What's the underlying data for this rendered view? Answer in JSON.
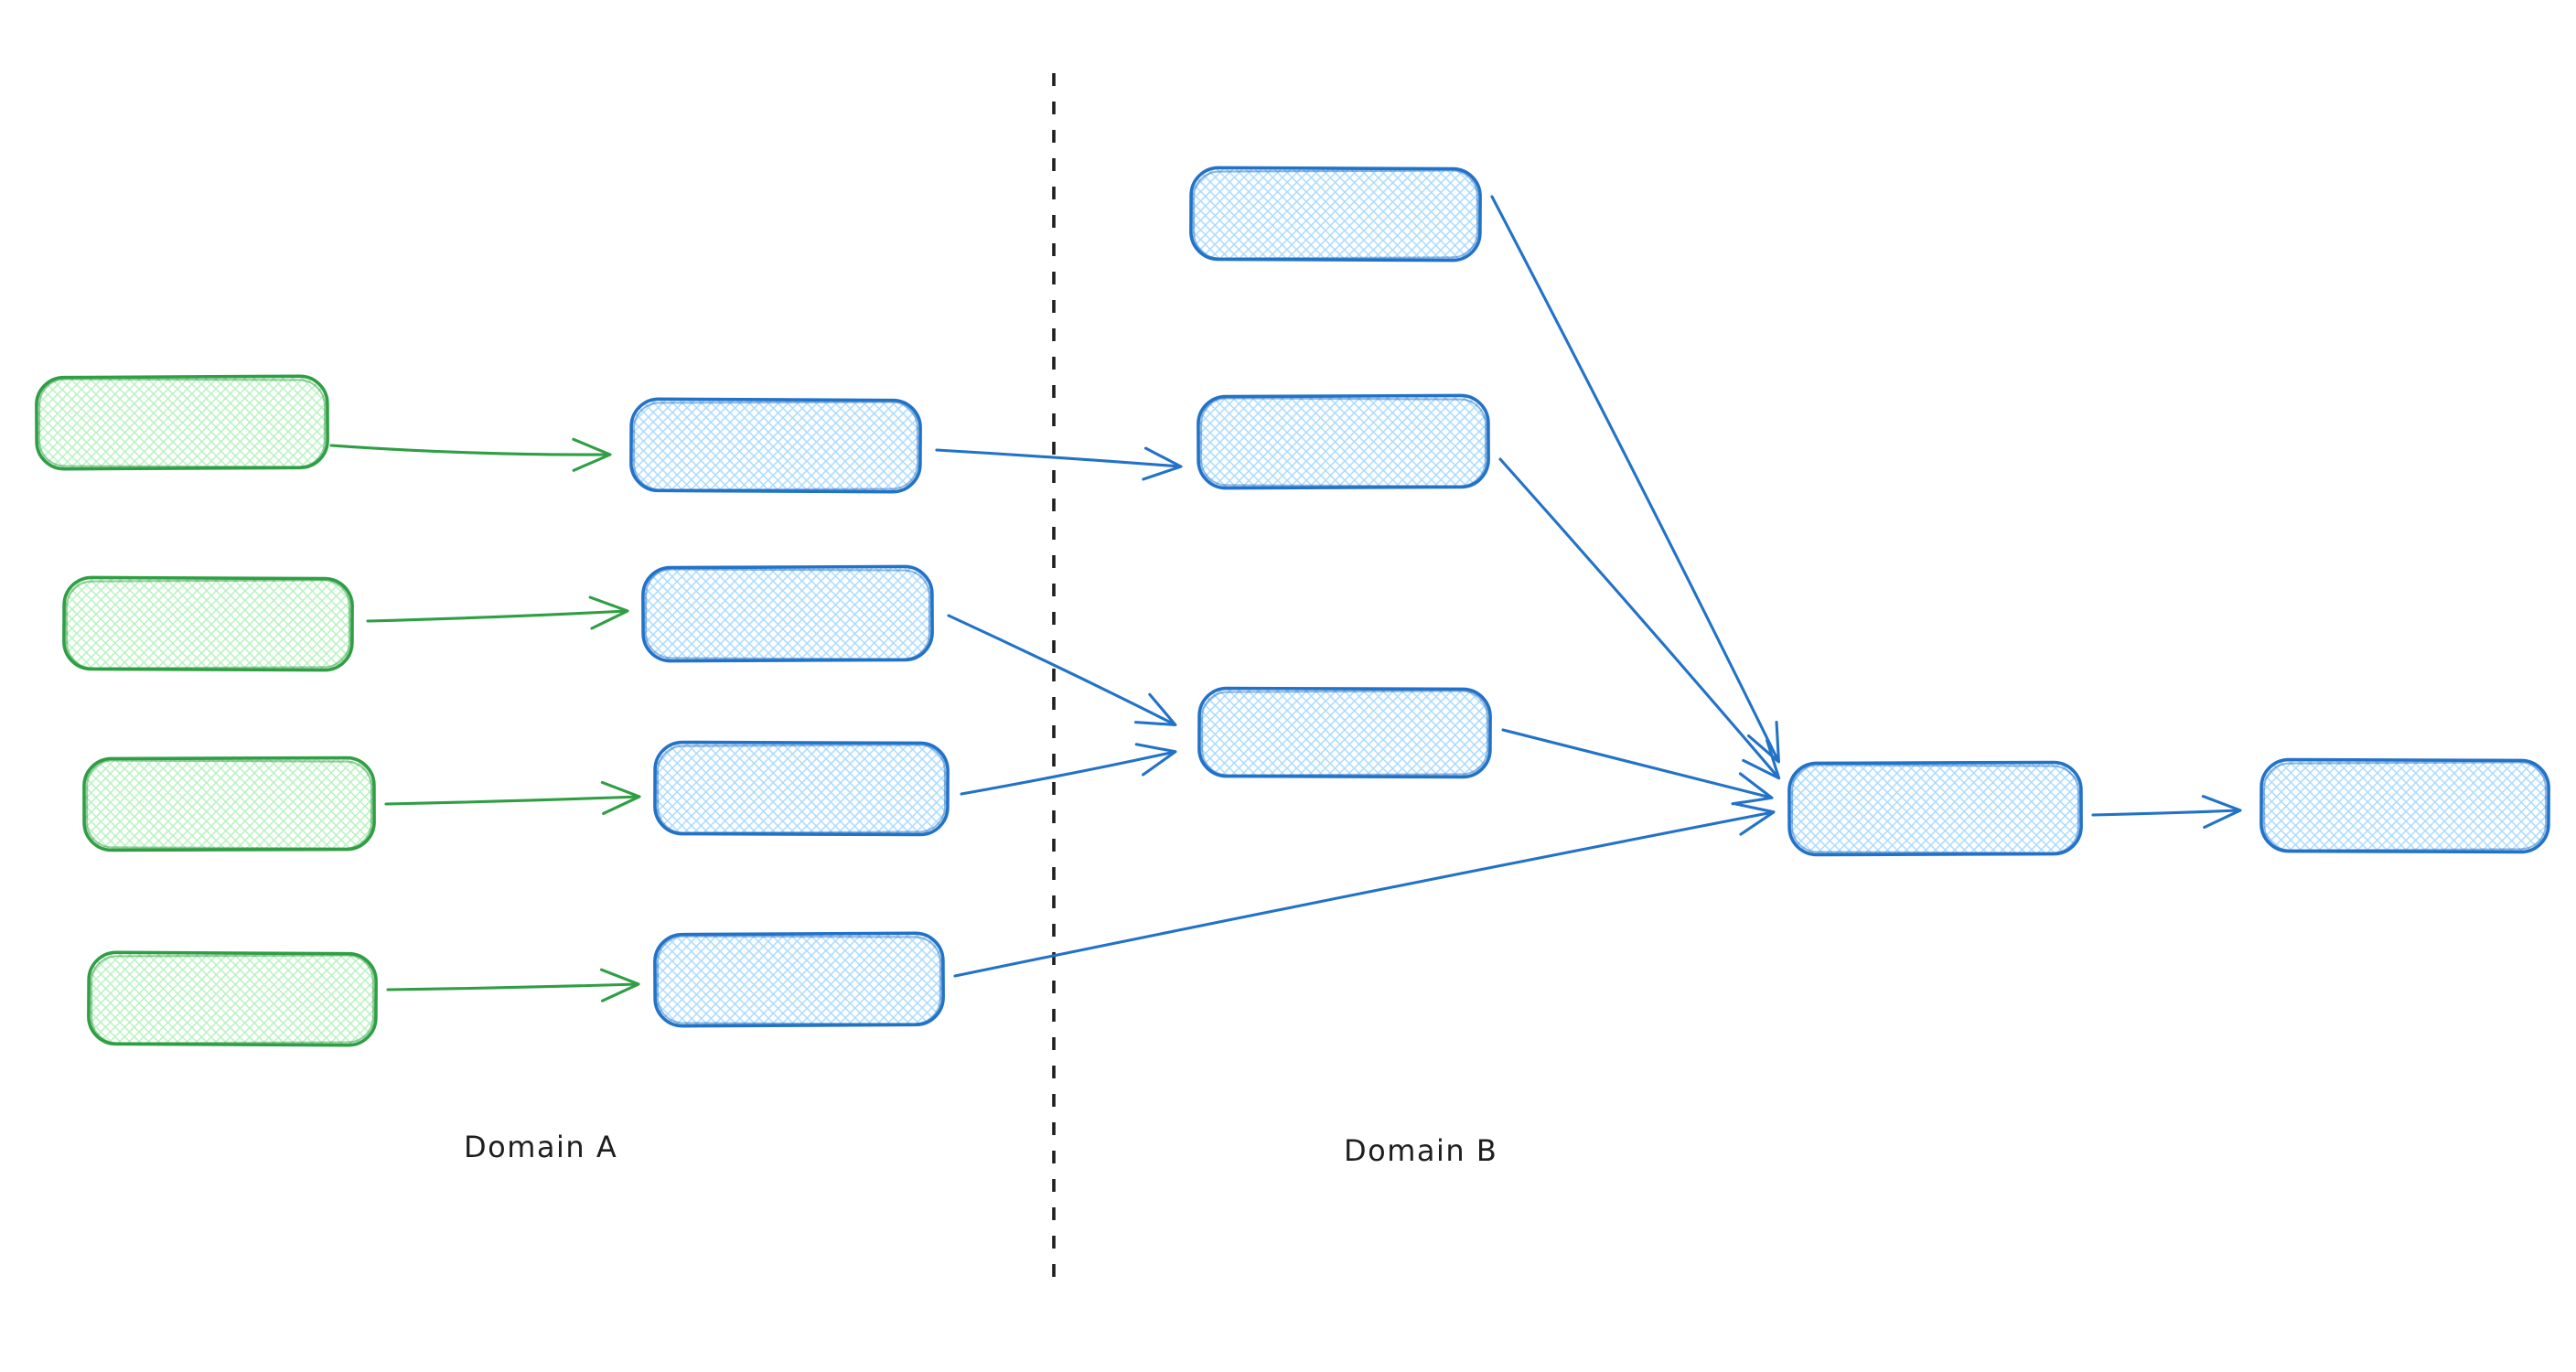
{
  "canvas": {
    "type": "whiteboard-diagram",
    "background": "#ffffff"
  },
  "labels": {
    "domain_a": "Domain A",
    "domain_b": "Domain B"
  },
  "colors": {
    "green_node_stroke": "#2f9e44",
    "green_node_fill": "#b2f2bb",
    "blue_node_stroke": "#2272c7",
    "blue_node_fill": "#a5d8ff",
    "divider_color": "#1e1e1e",
    "label_color": "#1e1e1e"
  },
  "graph": {
    "green_nodes": [
      "green-1",
      "green-2",
      "green-3",
      "green-4"
    ],
    "blue_nodes_domain_a": [
      "a-1",
      "a-2",
      "a-3",
      "a-4"
    ],
    "blue_nodes_domain_b": [
      "b-1",
      "b-2",
      "b-3"
    ],
    "hub_node": "hub",
    "output_node": "output",
    "edges": [
      {
        "from": "green-1",
        "to": "a-1",
        "color": "green"
      },
      {
        "from": "green-2",
        "to": "a-2",
        "color": "green"
      },
      {
        "from": "green-3",
        "to": "a-3",
        "color": "green"
      },
      {
        "from": "green-4",
        "to": "a-4",
        "color": "green"
      },
      {
        "from": "a-1",
        "to": "b-2",
        "color": "blue"
      },
      {
        "from": "a-2",
        "to": "b-3",
        "color": "blue"
      },
      {
        "from": "a-3",
        "to": "b-3",
        "color": "blue"
      },
      {
        "from": "a-4",
        "to": "hub",
        "color": "blue"
      },
      {
        "from": "b-1",
        "to": "hub",
        "color": "blue"
      },
      {
        "from": "b-2",
        "to": "hub",
        "color": "blue"
      },
      {
        "from": "b-3",
        "to": "hub",
        "color": "blue"
      },
      {
        "from": "hub",
        "to": "output",
        "color": "blue"
      }
    ]
  }
}
